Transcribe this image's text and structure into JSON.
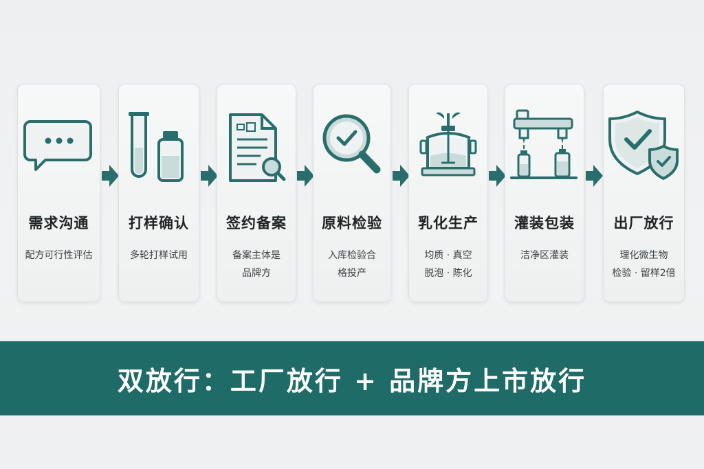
{
  "accent_color": "#2a6e6c",
  "icon_fill": "#c9dcdb",
  "steps": [
    {
      "title": "需求沟通",
      "desc": [
        "配方可行性评估"
      ],
      "icon": "chat-bubble-icon"
    },
    {
      "title": "打样确认",
      "desc": [
        "多轮打样试用"
      ],
      "icon": "test-tube-vial-icon"
    },
    {
      "title": "签约备案",
      "desc": [
        "备案主体是",
        "品牌方"
      ],
      "icon": "contract-document-icon"
    },
    {
      "title": "原料检验",
      "desc": [
        "入库检验合",
        "格投产"
      ],
      "icon": "magnifier-check-icon"
    },
    {
      "title": "乳化生产",
      "desc": [
        "均质 · 真空",
        "脱泡 · 陈化"
      ],
      "icon": "emulsifier-tank-icon"
    },
    {
      "title": "灌装包装",
      "desc": [
        "洁净区灌装"
      ],
      "icon": "filling-machine-icon"
    },
    {
      "title": "出厂放行",
      "desc": [
        "理化微生物",
        "检验 · 留样2倍"
      ],
      "icon": "shield-check-icon"
    }
  ],
  "banner": {
    "text": "双放行：工厂放行 + 品牌方上市放行"
  }
}
